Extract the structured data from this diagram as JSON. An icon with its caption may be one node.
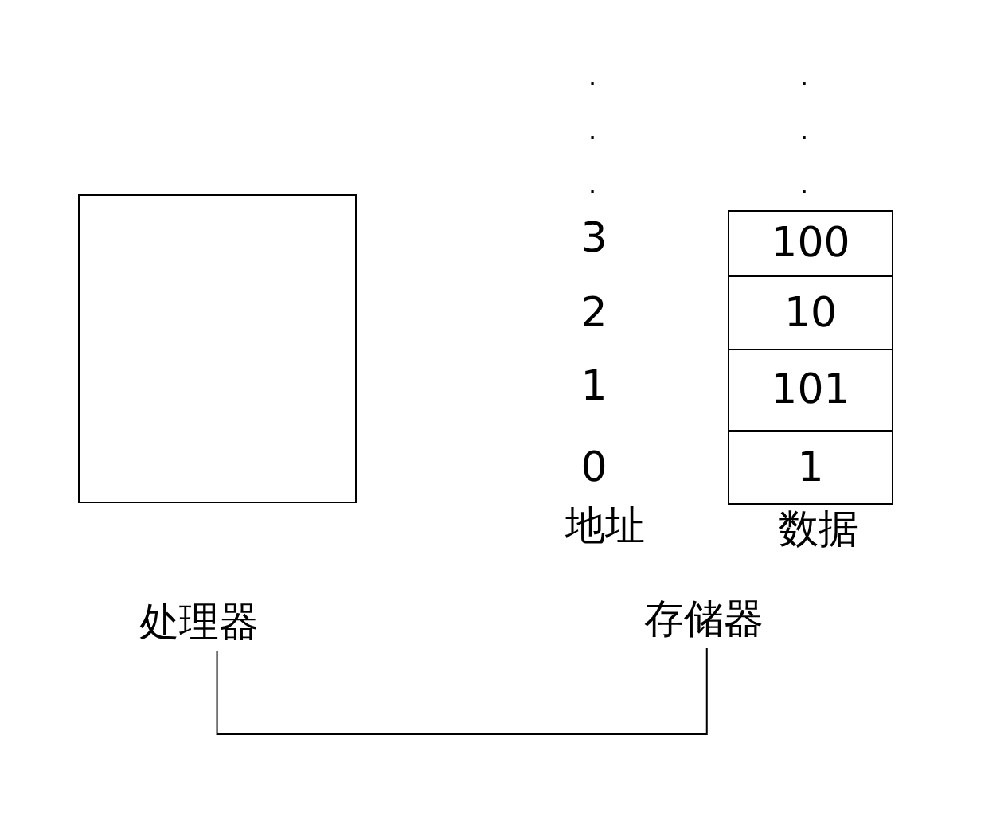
{
  "diagram": {
    "nodes": [
      {
        "text": [],
        "shape": "box"
      },
      {
        "text": [
          "100"
        ]
      },
      {
        "text": [
          "10"
        ]
      },
      {
        "text": [
          "101"
        ]
      },
      {
        "text": [
          "1"
        ]
      },
      {
        "text": [
          "处理器"
        ]
      },
      {
        "text": [
          "存储器"
        ]
      }
    ],
    "edges": [
      {
        "from": 5,
        "to": 6,
        "arrow": "none"
      }
    ],
    "labels": [
      ".",
      ".",
      ".",
      ".",
      ".",
      ".",
      "3",
      "2",
      "1",
      "0",
      "地址",
      "数据"
    ]
  }
}
